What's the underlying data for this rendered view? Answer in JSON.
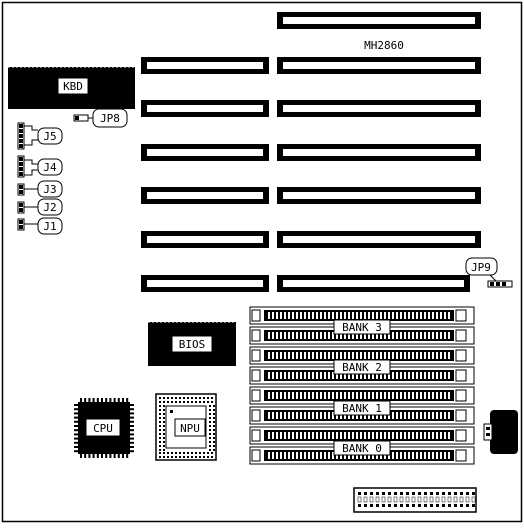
{
  "board": {
    "model": "MH2860"
  },
  "labels": {
    "kbd": "KBD",
    "jp8": "JP8",
    "jp9": "JP9",
    "j5": "J5",
    "j4": "J4",
    "j3": "J3",
    "j2": "J2",
    "j1": "J1",
    "bios": "BIOS",
    "cpu": "CPU",
    "npu": "NPU",
    "bank3": "BANK 3",
    "bank2": "BANK 2",
    "bank1": "BANK 1",
    "bank0": "BANK 0"
  },
  "colors": {
    "ink": "#000000",
    "paper": "#ffffff"
  }
}
